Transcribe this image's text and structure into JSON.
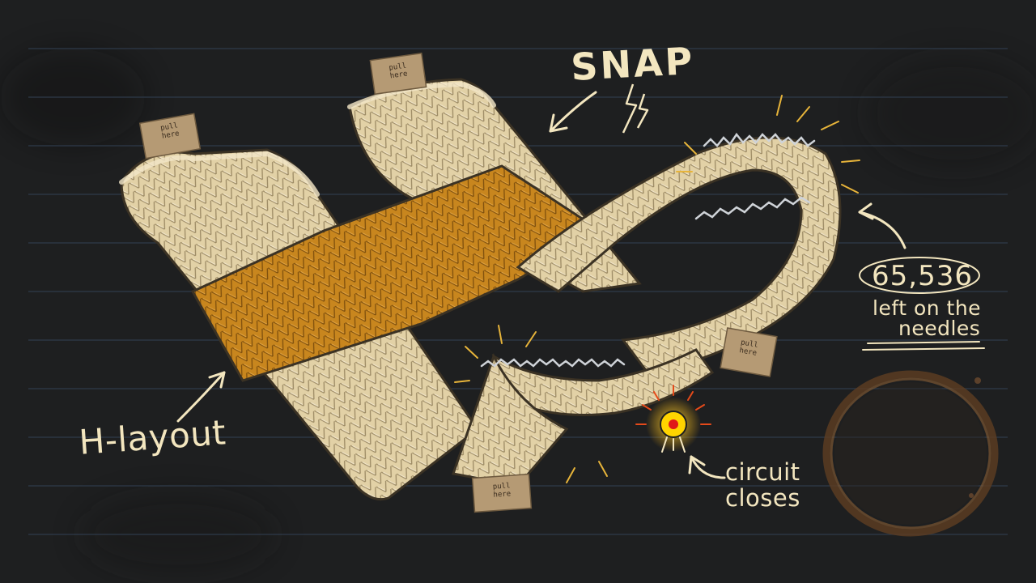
{
  "annotations": {
    "snap": "SNAP",
    "h_layout": "H-layout",
    "stitch_count": "65,536",
    "left_line1": "left on the",
    "left_line2": "needles",
    "circuit_line1": "circuit",
    "circuit_line2": "closes"
  },
  "tape_tab_label": "pull here",
  "icons": {
    "lightning": "lightning-icon",
    "led": "led-icon",
    "coffee_ring": "coffee-ring-stain"
  },
  "colors": {
    "background": "#1e1f20",
    "paper_lines": "#2e3a4a",
    "yarn_cream": "#e4d4aa",
    "yarn_mustard": "#c8861e",
    "tinsel": "#cfd3d8",
    "tape": "#b59a74",
    "chalk": "#f3e6bf",
    "led_yellow": "#ffd400",
    "led_red": "#e01818",
    "coffee": "#6b4a2e"
  }
}
